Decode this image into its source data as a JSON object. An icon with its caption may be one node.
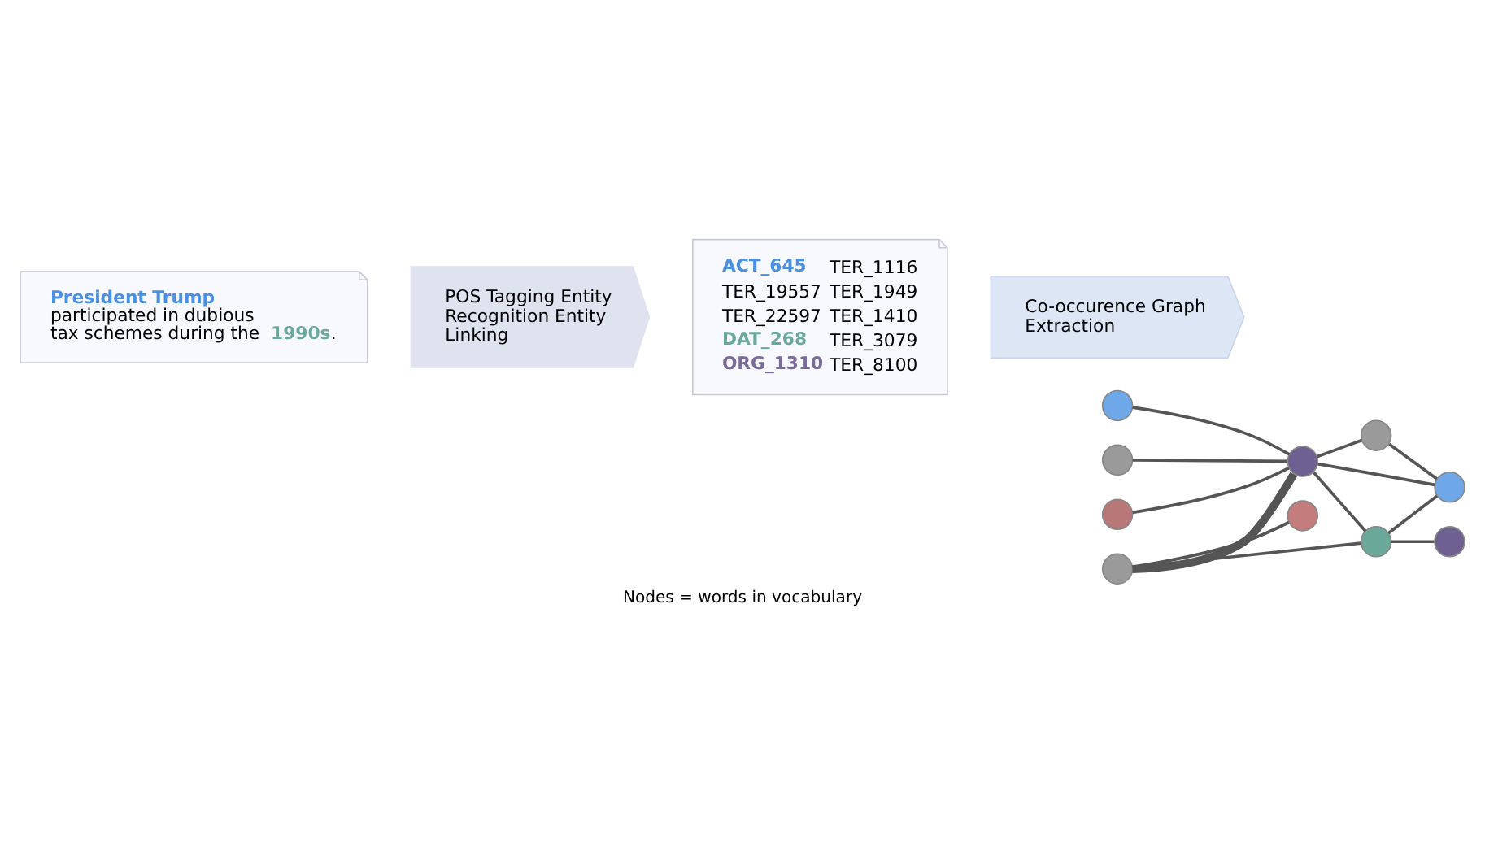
{
  "diagram": {
    "caption": "Nodes = words in vocabulary",
    "nodes": [
      {
        "text": [
          "**President Trump** participated in dubious tax schemes during the **1990s**."
        ]
      },
      {
        "text": [
          "POS Tagging Entity Recognition Entity Linking"
        ]
      },
      {
        "text": [
          "ACT_645",
          "TER_1116",
          "TER_19557",
          "TER_1949",
          "TER_22597",
          "TER_1410",
          "DAT_268",
          "TER_3079",
          "ORG_1310",
          "TER_8100"
        ]
      },
      {
        "text": [
          "Co-occurence Graph Extraction"
        ]
      },
      {
        "text": [],
        "shape": "circle"
      },
      {
        "text": [],
        "shape": "circle"
      },
      {
        "text": [],
        "shape": "circle"
      },
      {
        "text": [],
        "shape": "circle"
      },
      {
        "text": [],
        "shape": "circle"
      },
      {
        "text": [],
        "shape": "circle"
      },
      {
        "text": [],
        "shape": "circle"
      },
      {
        "text": [],
        "shape": "circle"
      },
      {
        "text": [],
        "shape": "circle"
      },
      {
        "text": [],
        "shape": "circle"
      }
    ],
    "edges": [
      {
        "from": 4,
        "to": 9,
        "arrow": "none"
      },
      {
        "from": 5,
        "to": 9,
        "arrow": "none"
      },
      {
        "from": 6,
        "to": 9,
        "arrow": "none"
      },
      {
        "from": 7,
        "to": 9,
        "arrow": "none",
        "style": "thick"
      },
      {
        "from": 7,
        "to": 10,
        "arrow": "none"
      },
      {
        "from": 7,
        "to": 8,
        "arrow": "none"
      },
      {
        "from": 9,
        "to": 10,
        "arrow": "none"
      },
      {
        "from": 9,
        "to": 11,
        "arrow": "none"
      },
      {
        "from": 9,
        "to": 12,
        "arrow": "none"
      },
      {
        "from": 10,
        "to": 12,
        "arrow": "none"
      },
      {
        "from": 10,
        "to": 13,
        "arrow": "none"
      },
      {
        "from": 11,
        "to": 12,
        "arrow": "none"
      }
    ]
  }
}
